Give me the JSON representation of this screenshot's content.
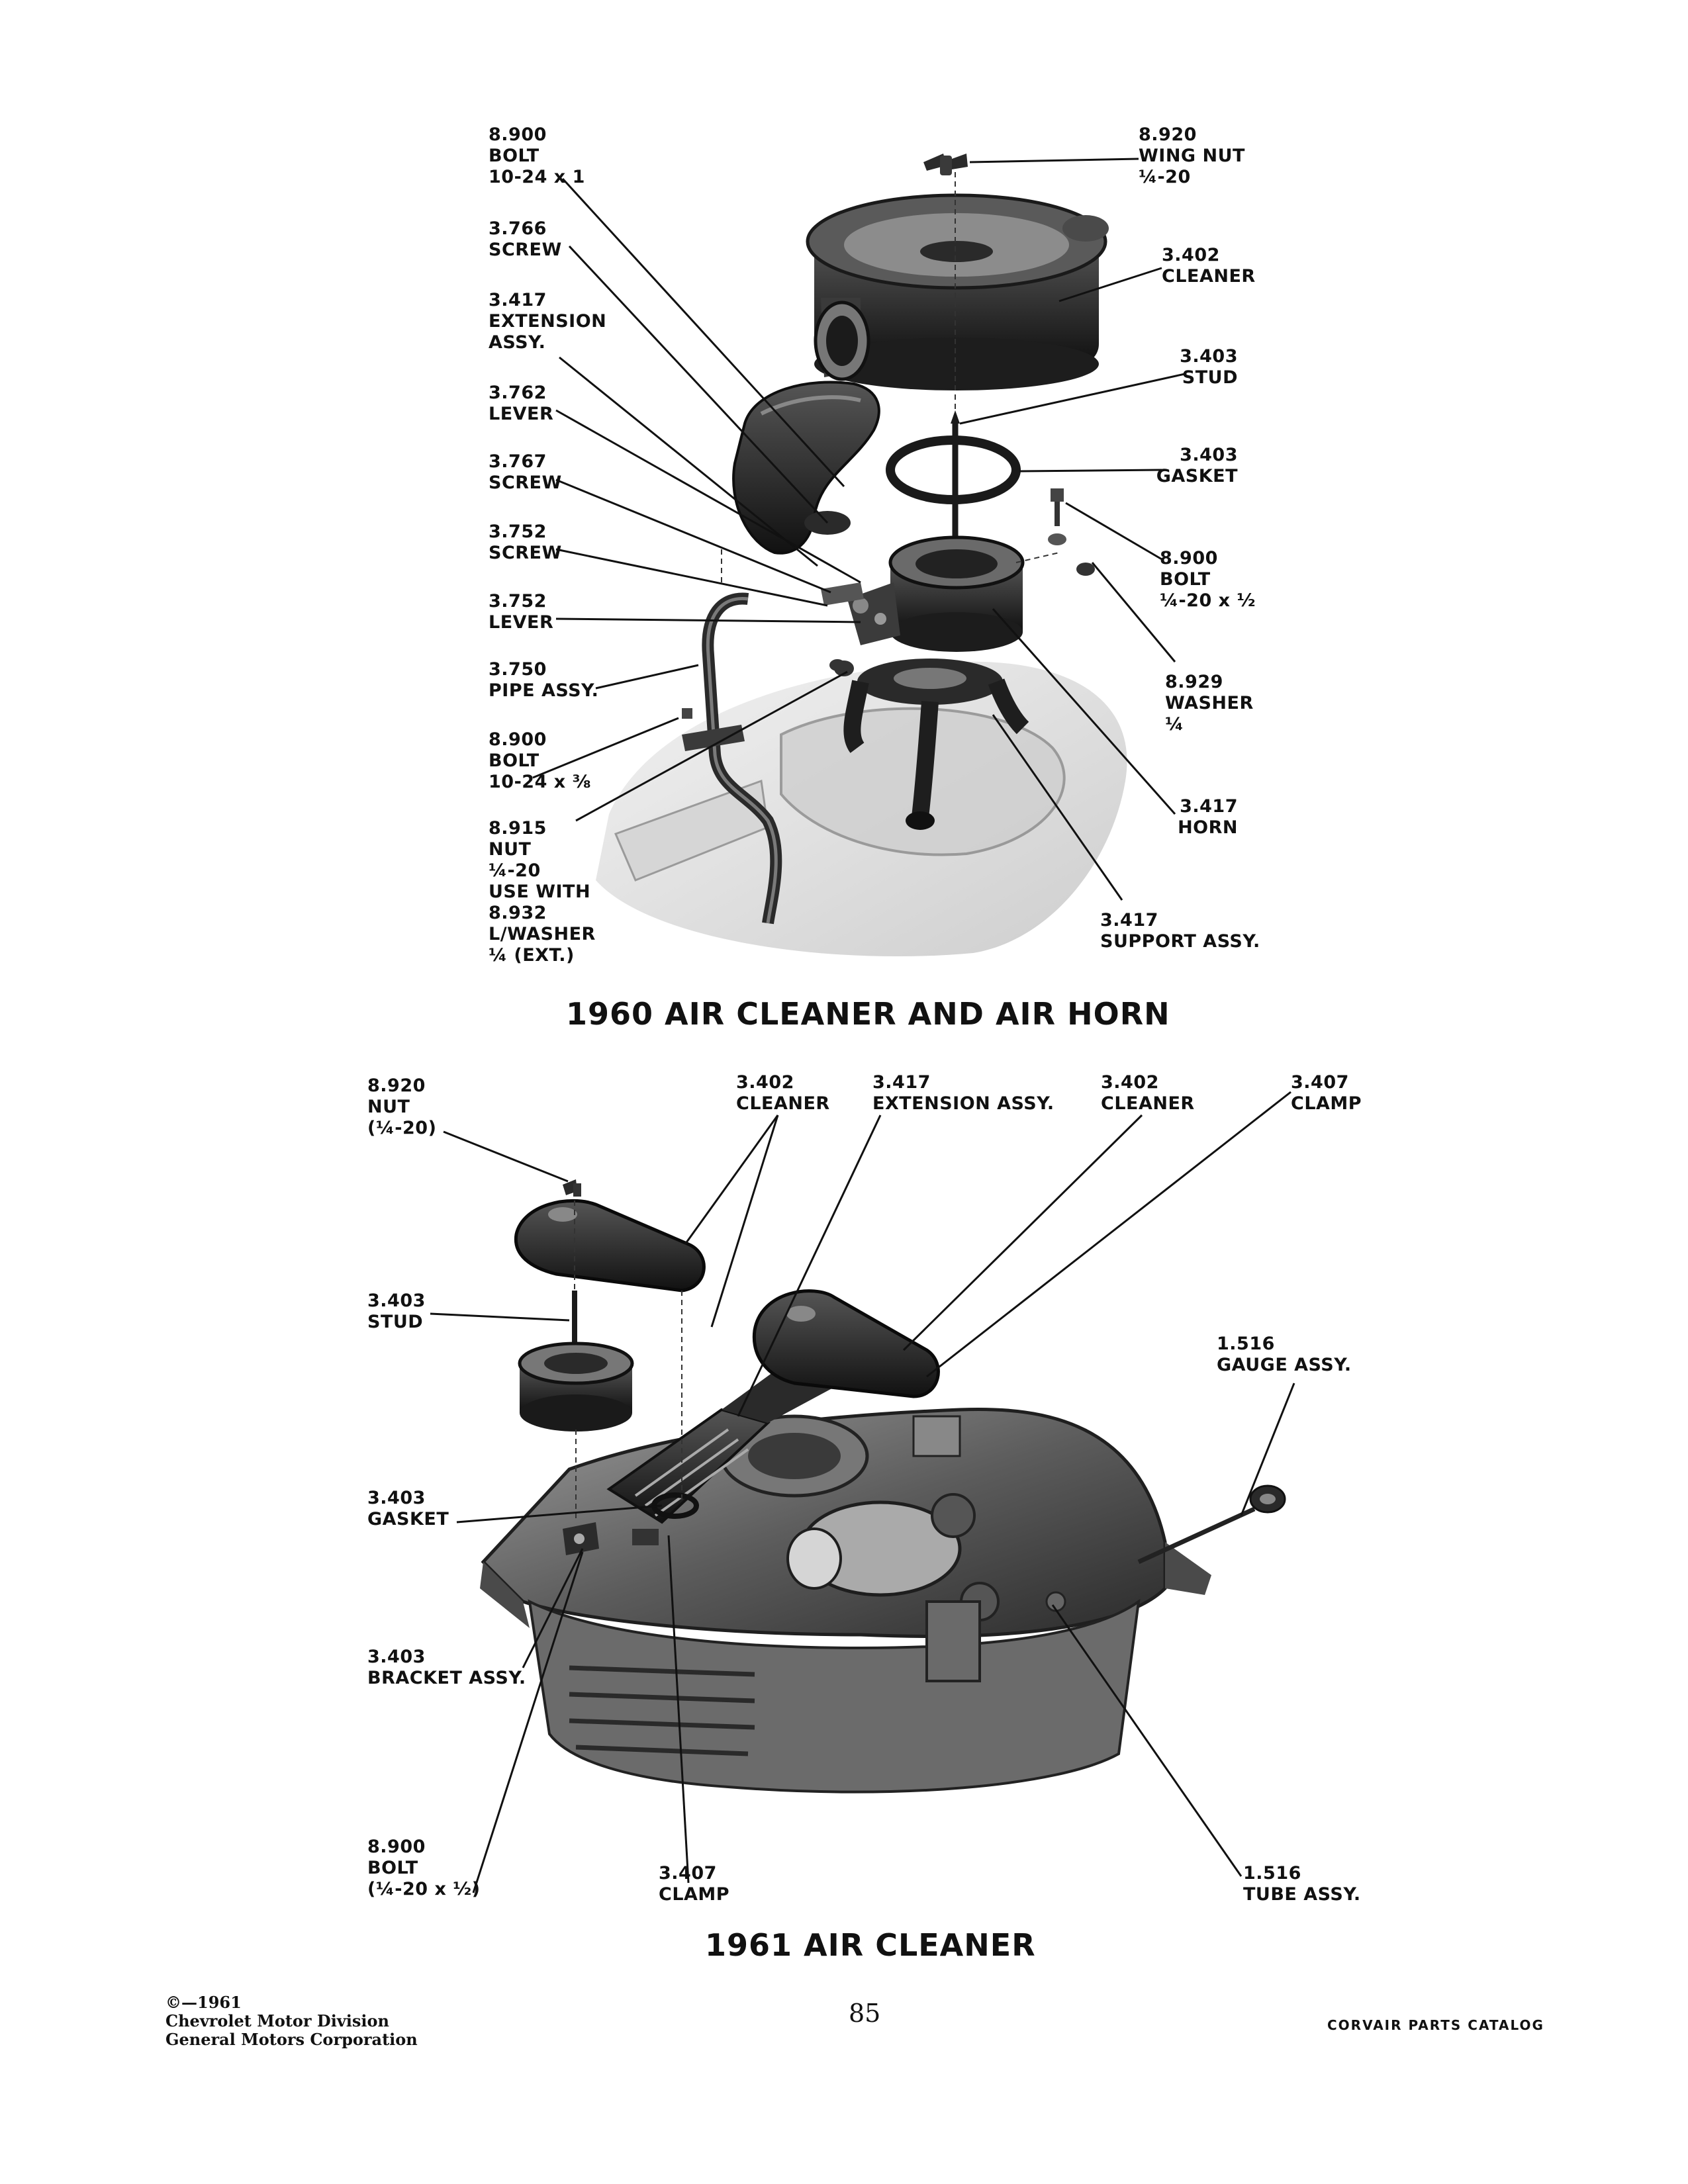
{
  "top_diagram": {
    "title": "1960 AIR CLEANER AND AIR HORN",
    "labels": {
      "bolt_10_24x1": "8.900\nBOLT\n10-24 x 1",
      "screw_3766": "3.766\nSCREW",
      "extension_assy": "3.417\nEXTENSION\nASSY.",
      "lever_3762": "3.762\nLEVER",
      "screw_3767": "3.767\nSCREW",
      "screw_3752": "3.752\nSCREW",
      "lever_3752": "3.752\nLEVER",
      "pipe_assy": "3.750\nPIPE ASSY.",
      "bolt_10_24x3_8": "8.900\nBOLT\n10-24 x ⅜",
      "nut_8915": "8.915\nNUT\n¼-20\nUSE WITH\n8.932\nL/WASHER\n¼ (EXT.)",
      "wing_nut": "8.920\nWING NUT\n¼-20",
      "cleaner": "3.402\nCLEANER",
      "stud": "3.403\nSTUD",
      "gasket": "3.403\nGASKET",
      "bolt_1_4_20x1_2": "8.900\nBOLT\n¼-20 x ½",
      "washer": "8.929\nWASHER\n¼",
      "horn": "3.417\nHORN",
      "support_assy": "3.417\nSUPPORT ASSY."
    }
  },
  "bottom_diagram": {
    "title": "1961 AIR CLEANER",
    "labels": {
      "nut": "8.920\nNUT\n(¼-20)",
      "cleaner_left": "3.402\nCLEANER",
      "extension_assy": "3.417\nEXTENSION ASSY.",
      "cleaner_right": "3.402\nCLEANER",
      "clamp_top": "3.407\nCLAMP",
      "stud": "3.403\nSTUD",
      "gauge_assy": "1.516\nGAUGE ASSY.",
      "gasket": "3.403\nGASKET",
      "bracket_assy": "3.403\nBRACKET ASSY.",
      "bolt": "8.900\nBOLT\n(¼-20 x ½)",
      "clamp_bottom": "3.407\nCLAMP",
      "tube_assy": "1.516\nTUBE ASSY."
    }
  },
  "footer": {
    "copyright": "©—1961\nChevrolet Motor Division\nGeneral Motors Corporation",
    "page_number": "85",
    "catalog": "CORVAIR PARTS CATALOG"
  }
}
